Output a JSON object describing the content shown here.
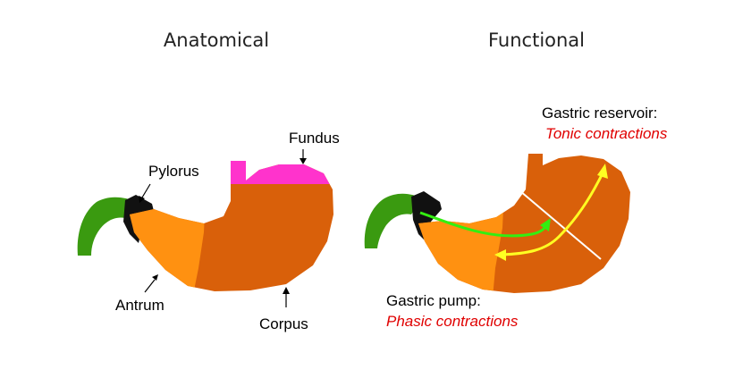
{
  "titles": {
    "anatomical": "Anatomical",
    "functional": "Functional"
  },
  "anatomical_labels": {
    "fundus": "Fundus",
    "pylorus": "Pylorus",
    "antrum": "Antrum",
    "corpus": "Corpus"
  },
  "functional_labels": {
    "reservoir": "Gastric reservoir:",
    "reservoir_note": "Tonic contractions",
    "pump": "Gastric pump:",
    "pump_note": "Phasic contractions"
  },
  "colors": {
    "corpus": "#d9600a",
    "antrum": "#ff9111",
    "fundus": "#ff33cc",
    "duodenum": "#3a9a10",
    "pylorus": "#111111",
    "green_arrow": "#33ee11",
    "yellow_arrow": "#ffff22",
    "divider": "#ffffff",
    "note_text": "#e00000"
  }
}
